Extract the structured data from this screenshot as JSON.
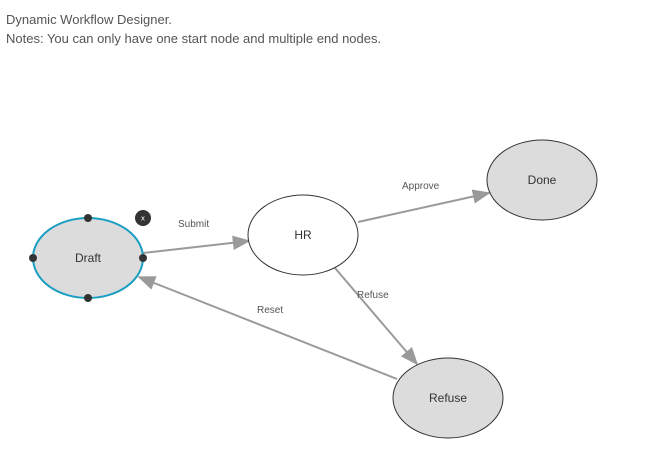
{
  "header": {
    "title": "Dynamic Workflow Designer.",
    "notes": "Notes: You can only have one start node and multiple end nodes."
  },
  "nodes": {
    "draft": "Draft",
    "hr": "HR",
    "done": "Done",
    "refuse": "Refuse"
  },
  "edges": {
    "submit": "Submit",
    "approve": "Approve",
    "refuse": "Refuse",
    "reset": "Reset"
  },
  "controls": {
    "delete_glyph": "x"
  },
  "colors": {
    "selected_stroke": "#1a9ec2",
    "node_fill_gray": "#dcdcdc",
    "node_fill_white": "#ffffff",
    "edge": "#9a9a9a",
    "handle": "#333333"
  }
}
